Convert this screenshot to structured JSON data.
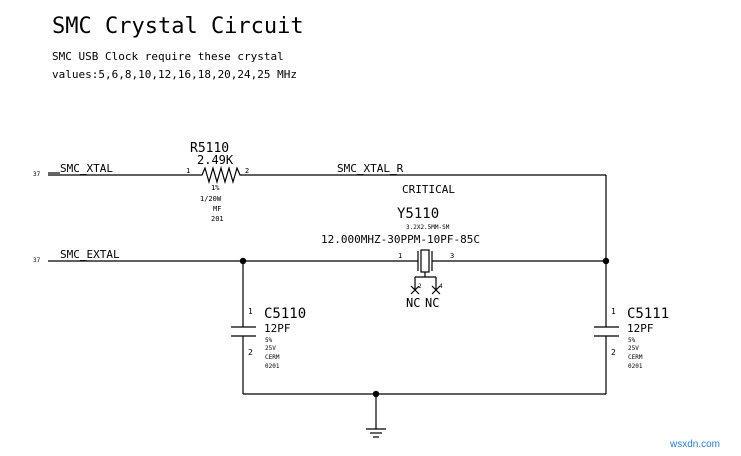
{
  "title": "SMC Crystal Circuit",
  "note_line1": "SMC USB Clock require these crystal",
  "note_line2": "values:5,6,8,10,12,16,18,20,24,25 MHz",
  "nets": {
    "xtal": {
      "label": "SMC_XTAL",
      "ref": "37"
    },
    "extal": {
      "label": "SMC_EXTAL",
      "ref": "37"
    },
    "xtal_r": {
      "label": "SMC_XTAL_R"
    }
  },
  "r5110": {
    "name": "R5110",
    "value": "2.49K",
    "pin1": "1",
    "pin2": "2",
    "tol": "1%",
    "power": "1/20W",
    "type": "MF",
    "pkg": "201"
  },
  "y5110": {
    "flag": "CRITICAL",
    "name": "Y5110",
    "size": "3.2X2.5MM-SM",
    "spec": "12.000MHZ-30PPM-10PF-85C",
    "pin1": "1",
    "pin2": "2",
    "pin3": "3",
    "pin4": "4",
    "nc1": "NC",
    "nc2": "NC"
  },
  "c5110": {
    "name": "C5110",
    "value": "12PF",
    "pin1": "1",
    "pin2": "2",
    "tol": "5%",
    "voltage": "25V",
    "dielectric": "CERM",
    "pkg": "0201"
  },
  "c5111": {
    "name": "C5111",
    "value": "12PF",
    "pin1": "1",
    "pin2": "2",
    "tol": "5%",
    "voltage": "25V",
    "dielectric": "CERM",
    "pkg": "0201"
  },
  "watermark": "wsxdn.com"
}
